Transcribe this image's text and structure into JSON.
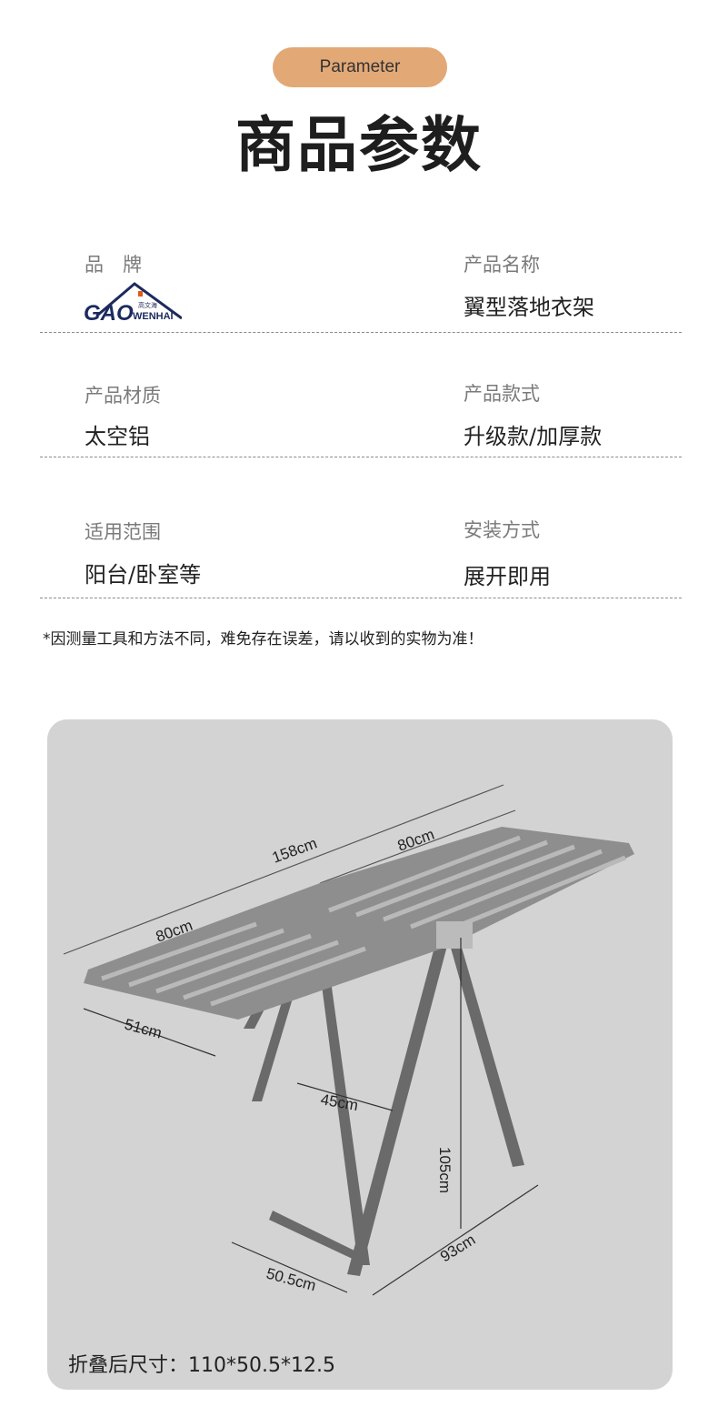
{
  "header": {
    "badge": "Parameter",
    "title": "商品参数"
  },
  "params": [
    {
      "label": "品　牌",
      "value": "",
      "logo": {
        "name_latin": "GAO WENHAI",
        "name_cn": "高文海"
      }
    },
    {
      "label": "产品名称",
      "value": "翼型落地衣架"
    },
    {
      "label": "产品材质",
      "value": "太空铝"
    },
    {
      "label": "产品款式",
      "value": "升级款/加厚款"
    },
    {
      "label": "适用范围",
      "value": "阳台/卧室等"
    },
    {
      "label": "安装方式",
      "value": "展开即用"
    }
  ],
  "note": "*因测量工具和方法不同，难免存在误差，请以收到的实物为准！",
  "diagram": {
    "dims": {
      "total": "158cm",
      "wing_right": "80cm",
      "wing_left": "80cm",
      "width": "51cm",
      "inner": "45cm",
      "height": "105cm",
      "depth": "93cm",
      "base": "50.5cm"
    },
    "folded": "折叠后尺寸：110*50.5*12.5"
  },
  "colors": {
    "badge": "#e2a876",
    "panel": "#d3d3d3",
    "logo": "#1c2a5e",
    "logo_accent": "#e05a1a"
  }
}
